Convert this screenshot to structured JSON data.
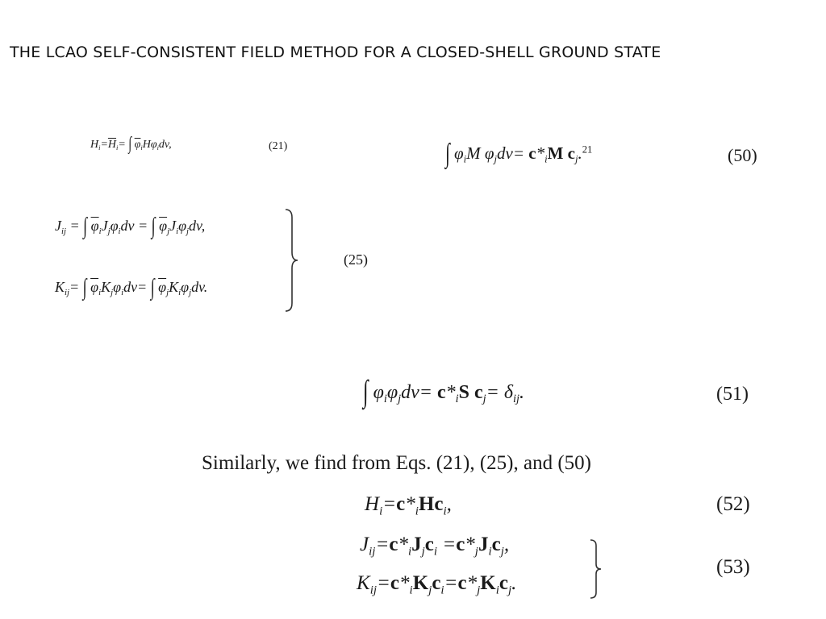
{
  "slide": {
    "title": "THE LCAO SELF-CONSISTENT FIELD METHOD FOR A CLOSED-SHELL GROUND STATE"
  },
  "equations": {
    "eq21": {
      "number": "(21)"
    },
    "eq25": {
      "number": "(25)"
    },
    "eq50": {
      "number": "(50)"
    },
    "eq51": {
      "number": "(51)"
    },
    "eq52": {
      "number": "(52)"
    },
    "eq53": {
      "number": "(53)"
    }
  },
  "text": {
    "similarly": "Similarly, we find from Eqs. (21), (25), and (50)"
  }
}
